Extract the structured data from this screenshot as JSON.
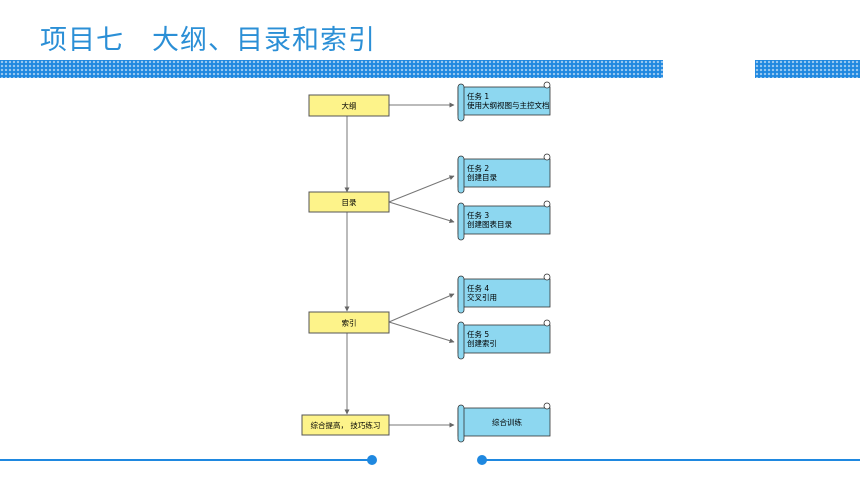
{
  "header": {
    "title": "项目七　大纲、目录和索引"
  },
  "colors": {
    "accent": "#1f88e0",
    "node_fill": "#fdf38a",
    "task_fill": "#8dd7f0"
  },
  "diagram": {
    "nodes": [
      {
        "id": "n1",
        "label": "大纲"
      },
      {
        "id": "n2",
        "label": "目录"
      },
      {
        "id": "n3",
        "label": "索引"
      },
      {
        "id": "n4",
        "label": "综合提高， 技巧练习"
      }
    ],
    "tasks": [
      {
        "id": "t1",
        "line1": "任务 1",
        "line2": "使用大纲视图与主控文档"
      },
      {
        "id": "t2",
        "line1": "任务 2",
        "line2": "创建目录"
      },
      {
        "id": "t3",
        "line1": "任务 3",
        "line2": "创建图表目录"
      },
      {
        "id": "t4",
        "line1": "任务 4",
        "line2": "交叉引用"
      },
      {
        "id": "t5",
        "line1": "任务 5",
        "line2": "创建索引"
      },
      {
        "id": "t6",
        "line1": "",
        "line2": "综合训练"
      }
    ]
  }
}
